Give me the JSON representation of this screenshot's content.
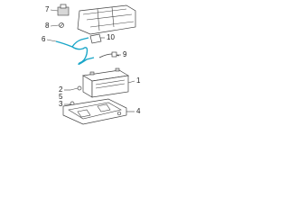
{
  "callouts": {
    "n1": "1",
    "n2": "2",
    "n3": "3",
    "n4": "4",
    "n5": "5",
    "n6": "6",
    "n7": "7",
    "n8": "8",
    "n9": "9",
    "n10": "10"
  },
  "colors": {
    "highlight": "#1aa6c8",
    "line": "#444444"
  }
}
